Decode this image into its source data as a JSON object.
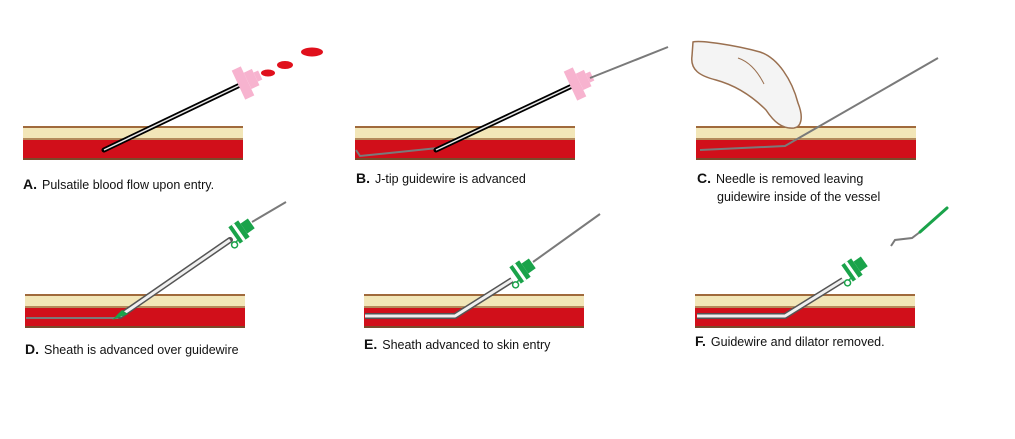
{
  "colors": {
    "skin": "#f2e6b8",
    "vessel": "#d10f1a",
    "tissue_line": "#a06a3c",
    "needle_hub": "#f7b3cf",
    "sheath_hub": "#1aa34a",
    "wire": "#7a7a7a",
    "blood": "#e0101c"
  },
  "panels": [
    {
      "letter": "A.",
      "caption": "Pulsatile blood flow upon entry."
    },
    {
      "letter": "B.",
      "caption": "J-tip guidewire is advanced"
    },
    {
      "letter": "C.",
      "caption": "Needle is removed leaving",
      "caption_line2": "guidewire inside of the vessel"
    },
    {
      "letter": "D.",
      "caption": "Sheath is advanced over guidewire"
    },
    {
      "letter": "E.",
      "caption": "Sheath advanced to skin entry"
    },
    {
      "letter": "F.",
      "caption": "Guidewire and dilator removed."
    }
  ]
}
